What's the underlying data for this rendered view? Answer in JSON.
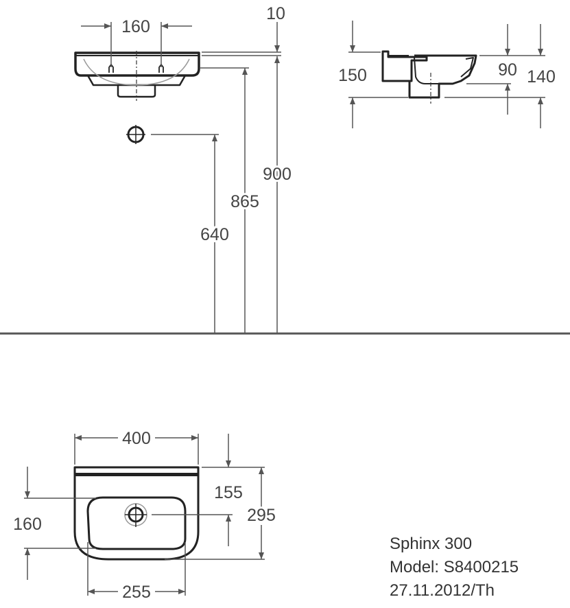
{
  "front_view": {
    "hole_spacing": "160",
    "rim_thickness": "10",
    "height_rim": "900",
    "height_tap": "865",
    "height_waste": "640"
  },
  "side_view": {
    "depth_total": "150",
    "bowl_depth": "90",
    "height_to_outlet": "140"
  },
  "top_view": {
    "width": "400",
    "bowl_width": "255",
    "projection": "295",
    "waste_offset": "155",
    "bowl_length": "160"
  },
  "info": {
    "product": "Sphinx 300",
    "model": "Model: S8400215",
    "date": "27.11.2012/Th"
  }
}
